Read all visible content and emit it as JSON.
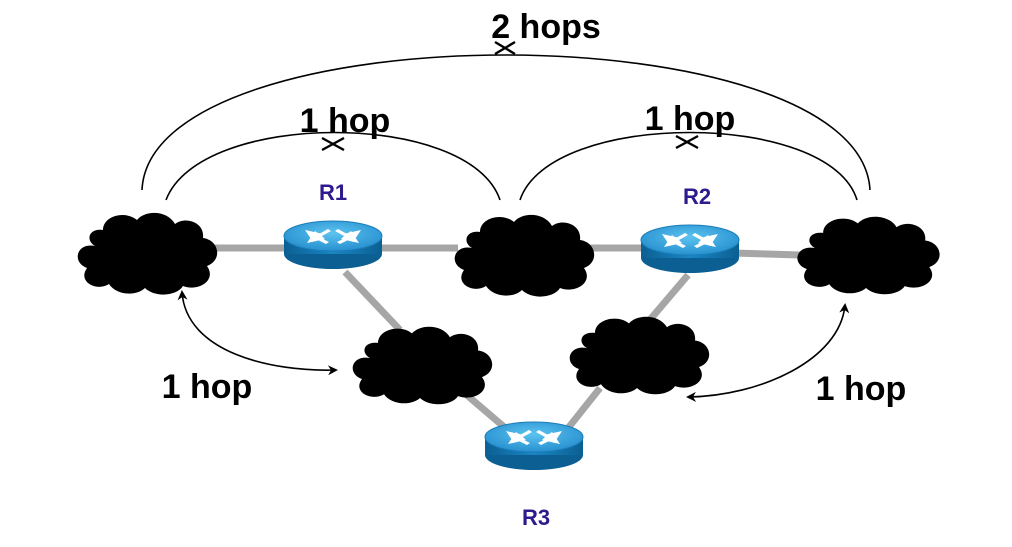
{
  "routers": [
    {
      "id": "r1",
      "label": "R1"
    },
    {
      "id": "r2",
      "label": "R2"
    },
    {
      "id": "r3",
      "label": "R3"
    }
  ],
  "hop_labels": {
    "top": "2 hops",
    "r1_span": "1 hop",
    "r2_span": "1 hop",
    "left": "1 hop",
    "right": "1 hop"
  },
  "colors": {
    "router_top": "#2f9fd8",
    "router_side": "#0f6fa8",
    "link": "#a6a6a6",
    "router_label": "#2e1a8c"
  }
}
